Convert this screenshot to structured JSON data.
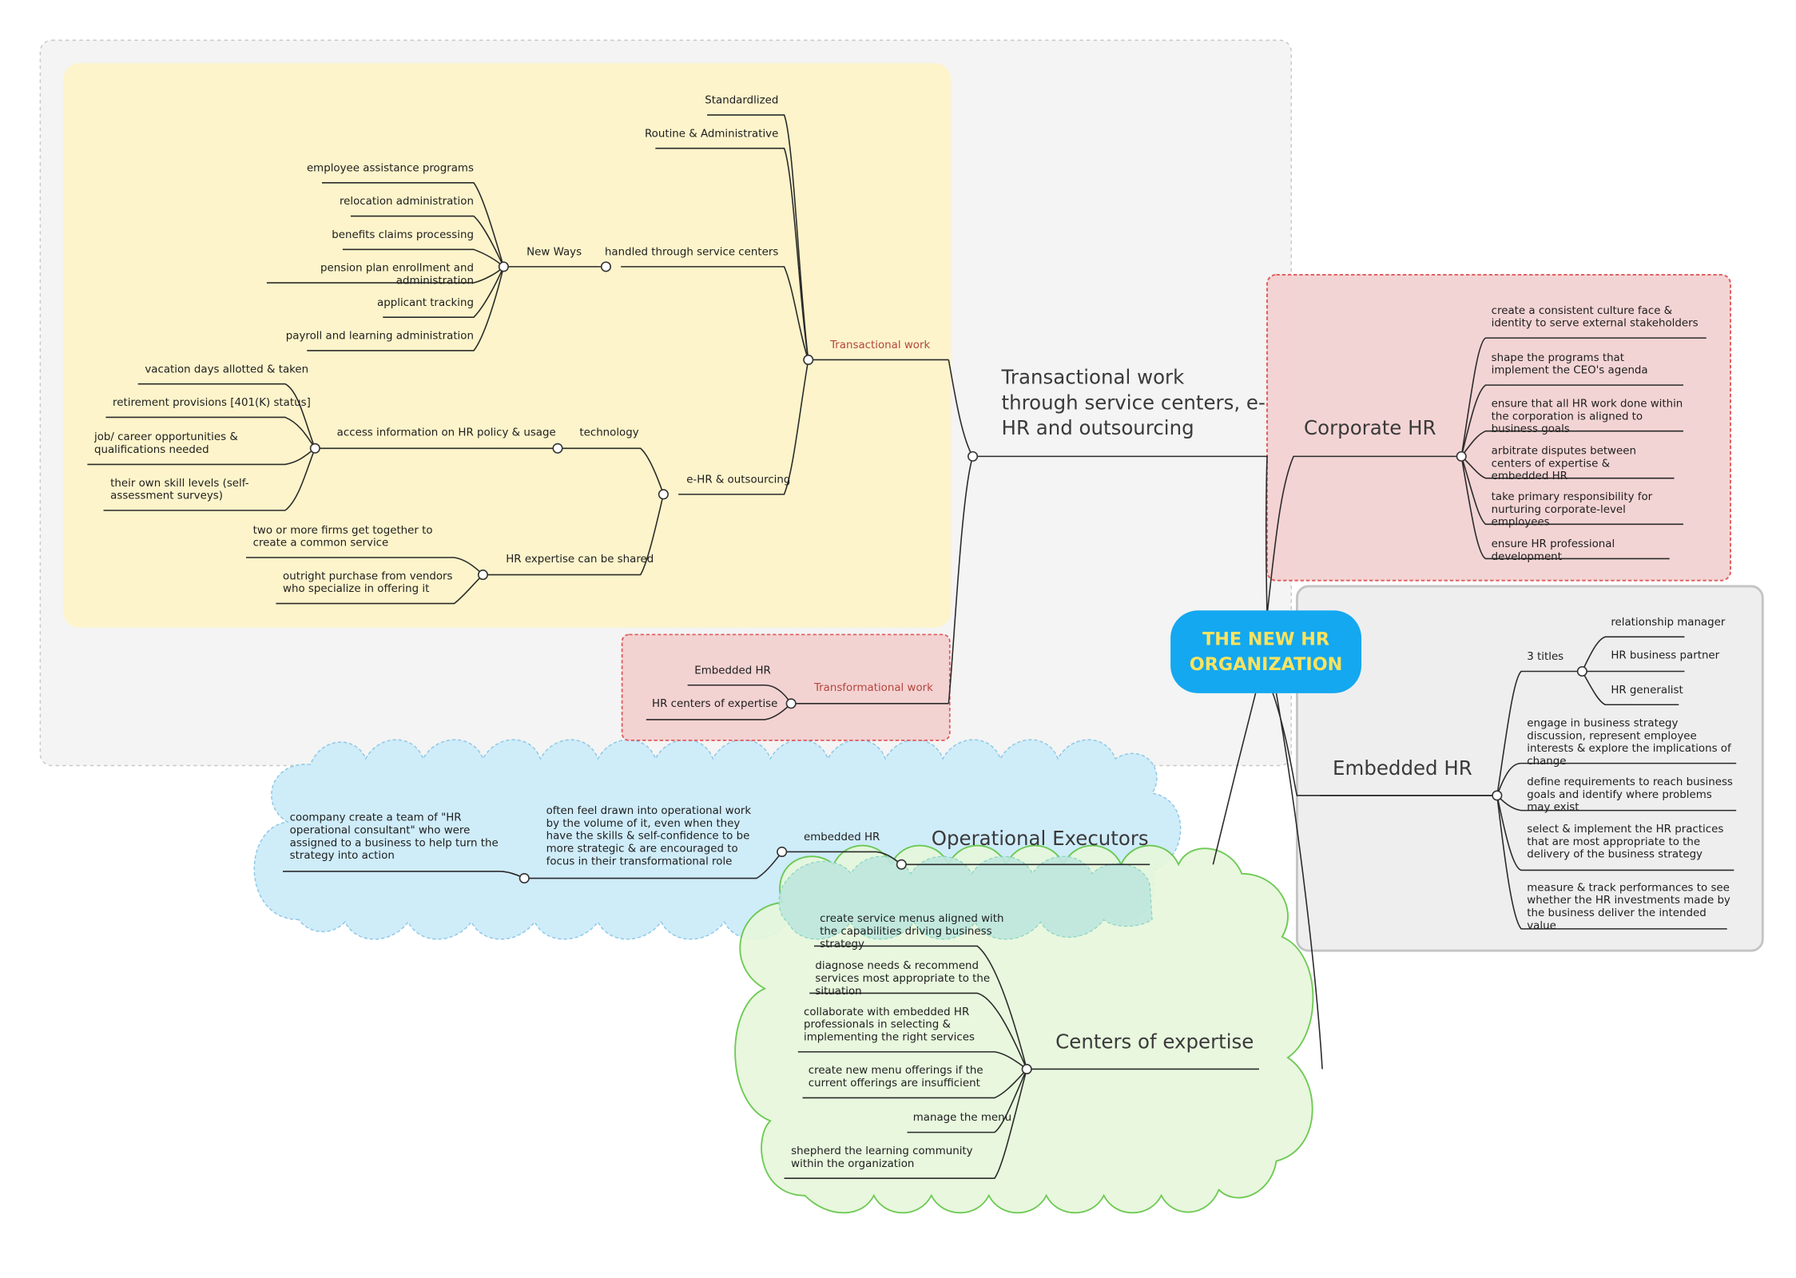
{
  "center": {
    "line1": "THE NEW HR",
    "line2": "ORGANIZATION"
  },
  "transactional_branch": {
    "title": "Transactional work through service centers, e-HR and outsourcing",
    "transactional_work": {
      "label": "Transactional work",
      "items": {
        "standardized": "Standardlized",
        "routine": "Routine & Administrative",
        "service_centers": "handled through service centers",
        "new_ways": "New Ways",
        "new_ways_items": [
          "employee assistance programs",
          "relocation administration",
          "benefits claims processing",
          "pension plan enrollment and administration",
          "applicant tracking",
          "payroll and learning administration"
        ],
        "ehr": "e-HR & outsourcing",
        "technology": "technology",
        "access_info": "access information on HR policy & usage",
        "access_items": [
          "vacation days allotted & taken",
          "retirement provisions [401(K) status]",
          "job/ career opportunities & qualifications needed",
          "their own skill levels (self-assessment surveys)"
        ],
        "shared": "HR expertise can be shared",
        "shared_items": [
          "two or  more firms get together to create a common service",
          "outright purchase from vendors who specialize in offering it"
        ]
      }
    },
    "transformational_work": {
      "label": "Transformational work",
      "items": [
        "Embedded HR",
        "HR centers of expertise"
      ]
    }
  },
  "corporate_hr": {
    "title": "Corporate HR",
    "items": [
      "create a consistent culture face & identity to serve external stakeholders",
      "shape the programs that implement the CEO's agenda",
      "ensure that all HR work done within the corporation is aligned to business goals",
      "arbitrate disputes between centers of expertise & embedded HR",
      "take primary responsibility for nurturing corporate-level employees",
      "ensure HR professional development"
    ]
  },
  "embedded_hr": {
    "title": "Embedded HR",
    "titles_label": "3 titles",
    "titles": [
      "relationship manager",
      "HR business partner",
      "HR generalist"
    ],
    "items": [
      "engage in business strategy discussion, represent employee interests & explore the implications of change",
      "define requirements to reach business goals and identify where problems may exist",
      "select & implement the HR practices that are most appropriate to the delivery of the business strategy",
      "measure & track performances to see whether the HR investments made by the business deliver the intended value"
    ]
  },
  "operational_executors": {
    "title": "Operational Executors",
    "embedded": "embedded HR",
    "drawn": "often feel drawn into operational work by the volume of it, even when they have the skills & self-confidence to be more strategic & are encouraged to focus in their transformational role",
    "team": "coompany create a team of \"HR operational consultant\" who were assigned to a business to help turn the strategy into action"
  },
  "centers_of_expertise": {
    "title": "Centers of expertise",
    "items": [
      "create service menus aligned with the capabilities driving business strategy",
      "diagnose needs & recommend services most appropriate to the situation",
      "collaborate with embedded HR professionals in selecting & implementing the right services",
      "create new menu offerings if the current offerings are insufficient",
      "manage the menu",
      "shepherd the learning community within the organization"
    ]
  },
  "colors": {
    "center": "#14a8f0",
    "center_text": "#fbe35e",
    "yellow_panel": "#fdf4cb",
    "red_panel": "#f3d2d2",
    "red_border": "#e0585a",
    "grey_panel": "#eeeeef",
    "blue_cloud": "#cfecf9",
    "green_cloud": "#e6f7dc",
    "green_border": "#62c646"
  }
}
